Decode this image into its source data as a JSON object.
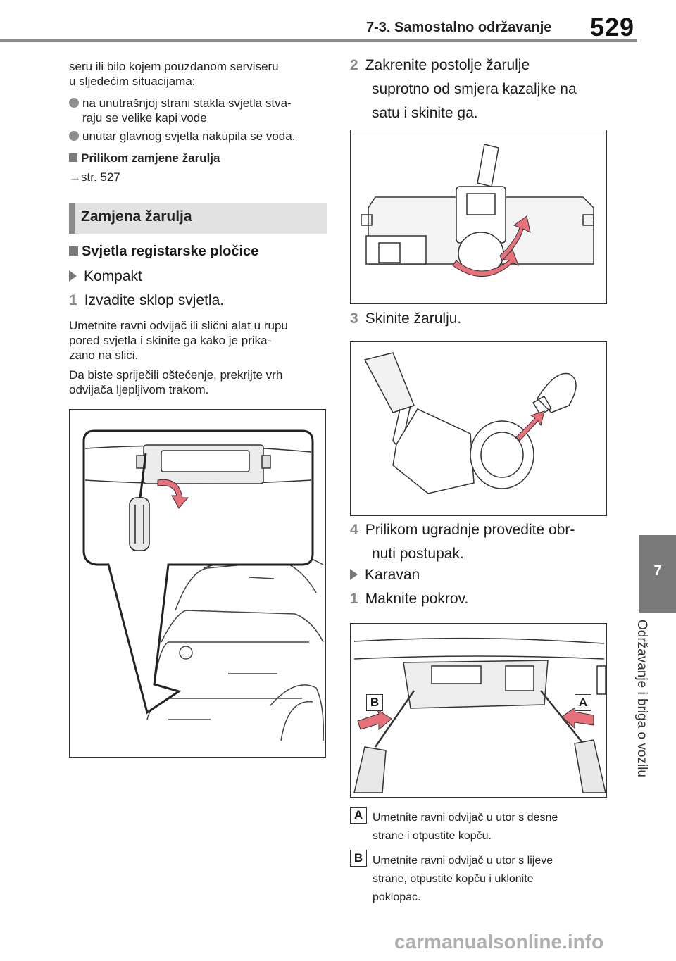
{
  "header": {
    "section_title": "7-3. Samostalno održavanje",
    "page_number": "529"
  },
  "side_tab": {
    "number": "7",
    "label": "Održavanje i briga o vozilu"
  },
  "left_column": {
    "intro_line1": "seru ili bilo kojem pouzdanom serviseru",
    "intro_line2": "u sljedećim situacijama:",
    "bullet1_line1": "na unutrašnjoj strani stakla svjetla stva-",
    "bullet1_line2": "raju se velike kapi vode",
    "bullet2": "unutar glavnog svjetla nakupila se voda.",
    "subheading": "Prilikom zamjene žarulja",
    "ref_arrow": "→",
    "ref": "str. 527",
    "section_heading": "Zamjena žarulja",
    "sub_heading2": "Svjetla registarske pločice",
    "variant1": "Kompakt",
    "step1_num": "1",
    "step1": "Izvadite sklop svjetla.",
    "para1_line1": "Umetnite ravni odvijač ili slični alat u rupu",
    "para1_line2": "pored svjetla i skinite ga kako je prika-",
    "para1_line3": "zano na slici.",
    "para2_line1": "Da biste spriječili oštećenje, prekrijte vrh",
    "para2_line2": "odvijača ljepljivom trakom."
  },
  "right_column": {
    "step2_num": "2",
    "step2_line1": "Zakrenite postolje žarulje",
    "step2_line2": "suprotno od smjera kazaljke na",
    "step2_line3": "satu i skinite ga.",
    "step3_num": "3",
    "step3": "Skinite žarulju.",
    "step4_num": "4",
    "step4_line1": "Prilikom ugradnje provedite obr-",
    "step4_line2": "nuti postupak.",
    "variant2": "Karavan",
    "step5_num": "1",
    "step5": "Maknite pokrov.",
    "fig_label_b": "B",
    "fig_label_a": "A",
    "legend_a_label": "A",
    "legend_a_line1": "Umetnite ravni odvijač u utor s desne",
    "legend_a_line2": "strane i otpustite kopču.",
    "legend_b_label": "B",
    "legend_b_line1": "Umetnite ravni odvijač u utor s lijeve",
    "legend_b_line2": "strane, otpustite kopču i uklonite",
    "legend_b_line3": "poklopac."
  },
  "footer": {
    "watermark": "carmanualsonline.info"
  },
  "colors": {
    "accent_gray": "#8a8a8a",
    "arrow_pink": "#e8707a",
    "tab_gray": "#7a7a7a"
  }
}
